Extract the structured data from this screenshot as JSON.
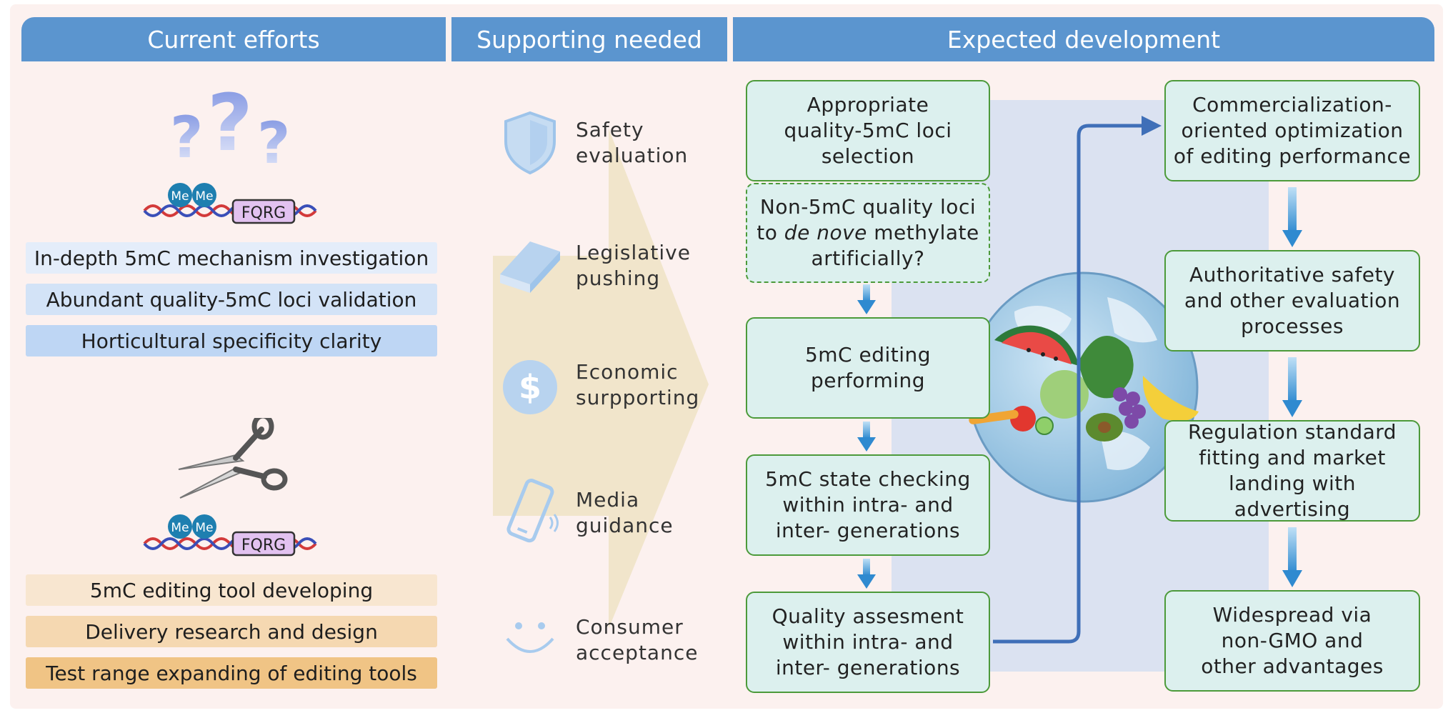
{
  "headers": {
    "current_efforts": "Current efforts",
    "supporting_needed": "Supporting needed",
    "expected_development": "Expected development"
  },
  "icons": {
    "fqrg": "FQRG",
    "me": "Me"
  },
  "efforts": [
    "In-depth 5mC mechanism investigation",
    "Abundant quality-5mC loci validation",
    "Horticultural specificity clarity"
  ],
  "editing": [
    "5mC editing tool developing",
    "Delivery research and design",
    "Test range expanding of editing tools"
  ],
  "supporting": [
    {
      "line1": "Safety",
      "line2": "evaluation",
      "icon": "shield-icon"
    },
    {
      "line1": "Legislative",
      "line2": "pushing",
      "icon": "book-icon"
    },
    {
      "line1": "Economic",
      "line2": "surpporting",
      "icon": "dollar-coin-icon"
    },
    {
      "line1": "Media",
      "line2": "guidance",
      "icon": "smartphone-icon"
    },
    {
      "line1": "Consumer",
      "line2": "acceptance",
      "icon": "smiley-icon"
    }
  ],
  "left_column": {
    "box1": {
      "l1": "Appropriate",
      "l2": "quality-5mC loci",
      "l3": "selection"
    },
    "box2": {
      "l1": "Non-5mC quality loci",
      "l2a": "to ",
      "l2b": "de nove",
      "l2c": " methylate",
      "l3": "artificially?"
    },
    "box3": {
      "l1": "5mC editing",
      "l2": "performing"
    },
    "box4": {
      "l1": "5mC state checking",
      "l2": "within intra- and",
      "l3": "inter- generations"
    },
    "box5": {
      "l1": "Quality assesment",
      "l2": "within intra- and",
      "l3": "inter- generations"
    }
  },
  "right_column": {
    "box1": {
      "l1": "Commercialization-",
      "l2": "oriented optimization",
      "l3": "of editing performance"
    },
    "box2": {
      "l1": "Authoritative safety",
      "l2": "and other evaluation",
      "l3": "processes"
    },
    "box3": {
      "l1": "Regulation standard",
      "l2": "fitting and market",
      "l3": "landing with advertising"
    },
    "box4": {
      "l1": "Widespread via",
      "l2": "non-GMO and",
      "l3": "other advantages"
    }
  },
  "colors": {
    "header_blue": "#5b95cf",
    "box_fill": "#dcf0ee",
    "box_border": "#4c9a3a",
    "arrow_blue": "#3b8fd4"
  }
}
